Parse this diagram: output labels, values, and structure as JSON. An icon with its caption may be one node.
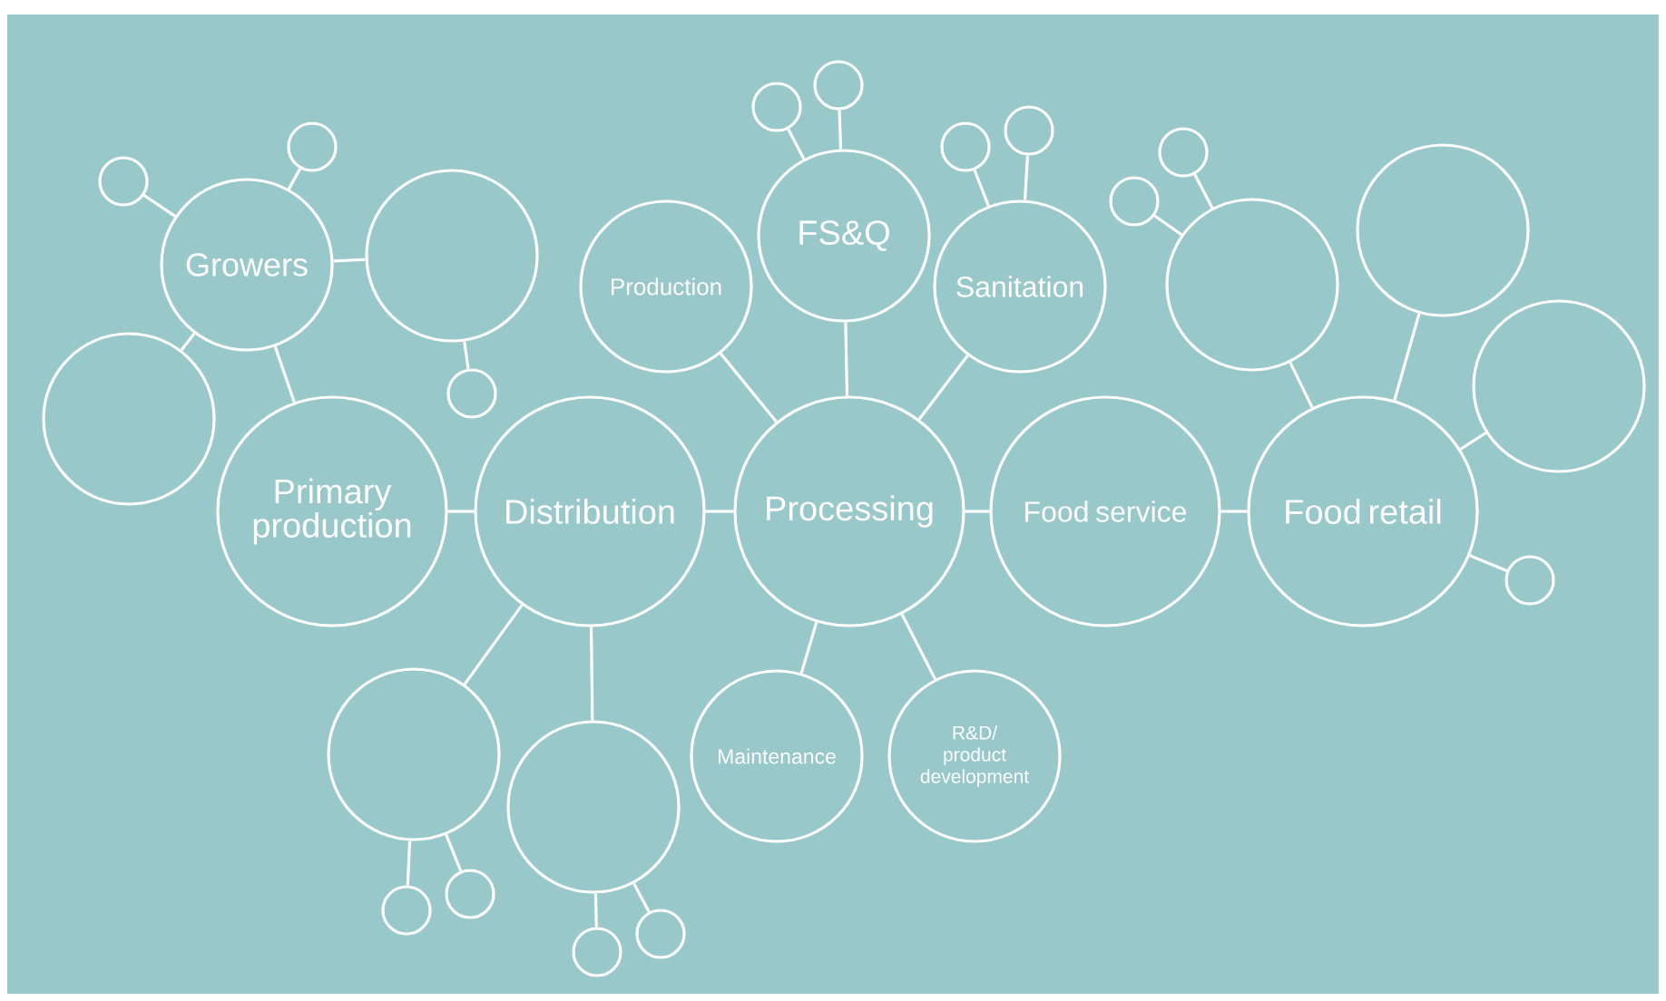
{
  "diagram": {
    "nodes": [
      {
        "text": [
          "Growers"
        ]
      },
      {
        "text": [
          "Primary production"
        ]
      },
      {
        "text": [
          "Distribution"
        ]
      },
      {
        "text": [
          "Processing"
        ]
      },
      {
        "text": [
          "Food service"
        ]
      },
      {
        "text": [
          "Food retail"
        ]
      },
      {
        "text": [
          "Production"
        ]
      },
      {
        "text": [
          "FS&Q"
        ]
      },
      {
        "text": [
          "Sanitation"
        ]
      },
      {
        "text": [
          "Maintenance"
        ]
      },
      {
        "text": [
          "R&D/ product development"
        ]
      },
      {
        "text": [],
        "shape": "circle"
      },
      {
        "text": [],
        "shape": "circle"
      },
      {
        "text": [],
        "shape": "circle"
      },
      {
        "text": [],
        "shape": "circle"
      },
      {
        "text": [],
        "shape": "circle"
      },
      {
        "text": [],
        "shape": "circle"
      },
      {
        "text": [],
        "shape": "circle"
      },
      {
        "text": [],
        "shape": "circle"
      },
      {
        "text": [],
        "shape": "circle"
      },
      {
        "text": [],
        "shape": "circle"
      },
      {
        "text": [],
        "shape": "circle"
      },
      {
        "text": [],
        "shape": "circle"
      },
      {
        "text": [],
        "shape": "circle"
      },
      {
        "text": [],
        "shape": "circle"
      },
      {
        "text": [],
        "shape": "circle"
      },
      {
        "text": [],
        "shape": "circle"
      },
      {
        "text": [],
        "shape": "circle"
      },
      {
        "text": [],
        "shape": "circle"
      },
      {
        "text": [],
        "shape": "circle"
      },
      {
        "text": [],
        "shape": "circle"
      },
      {
        "text": [],
        "shape": "circle"
      }
    ],
    "edges": [
      {
        "from": 0,
        "to": 1,
        "arrow": "none"
      },
      {
        "from": 0,
        "to": 11,
        "arrow": "none"
      },
      {
        "from": 0,
        "to": 12,
        "arrow": "none"
      },
      {
        "from": 0,
        "to": 13,
        "arrow": "none"
      },
      {
        "from": 0,
        "to": 14,
        "arrow": "none"
      },
      {
        "from": 11,
        "to": 15,
        "arrow": "none"
      },
      {
        "from": 1,
        "to": 2,
        "arrow": "none"
      },
      {
        "from": 2,
        "to": 3,
        "arrow": "none"
      },
      {
        "from": 2,
        "to": 16,
        "arrow": "none"
      },
      {
        "from": 2,
        "to": 17,
        "arrow": "none"
      },
      {
        "from": 16,
        "to": 18,
        "arrow": "none"
      },
      {
        "from": 16,
        "to": 19,
        "arrow": "none"
      },
      {
        "from": 17,
        "to": 20,
        "arrow": "none"
      },
      {
        "from": 17,
        "to": 21,
        "arrow": "none"
      },
      {
        "from": 3,
        "to": 6,
        "arrow": "none"
      },
      {
        "from": 3,
        "to": 7,
        "arrow": "none"
      },
      {
        "from": 3,
        "to": 8,
        "arrow": "none"
      },
      {
        "from": 3,
        "to": 9,
        "arrow": "none"
      },
      {
        "from": 3,
        "to": 10,
        "arrow": "none"
      },
      {
        "from": 3,
        "to": 4,
        "arrow": "none"
      },
      {
        "from": 4,
        "to": 5,
        "arrow": "none"
      },
      {
        "from": 7,
        "to": 22,
        "arrow": "none"
      },
      {
        "from": 7,
        "to": 23,
        "arrow": "none"
      },
      {
        "from": 8,
        "to": 24,
        "arrow": "none"
      },
      {
        "from": 8,
        "to": 25,
        "arrow": "none"
      },
      {
        "from": 5,
        "to": 26,
        "arrow": "none"
      },
      {
        "from": 26,
        "to": 27,
        "arrow": "none"
      },
      {
        "from": 26,
        "to": 28,
        "arrow": "none"
      },
      {
        "from": 5,
        "to": 29,
        "arrow": "none"
      },
      {
        "from": 5,
        "to": 30,
        "arrow": "none"
      },
      {
        "from": 5,
        "to": 31,
        "arrow": "none"
      }
    ]
  }
}
